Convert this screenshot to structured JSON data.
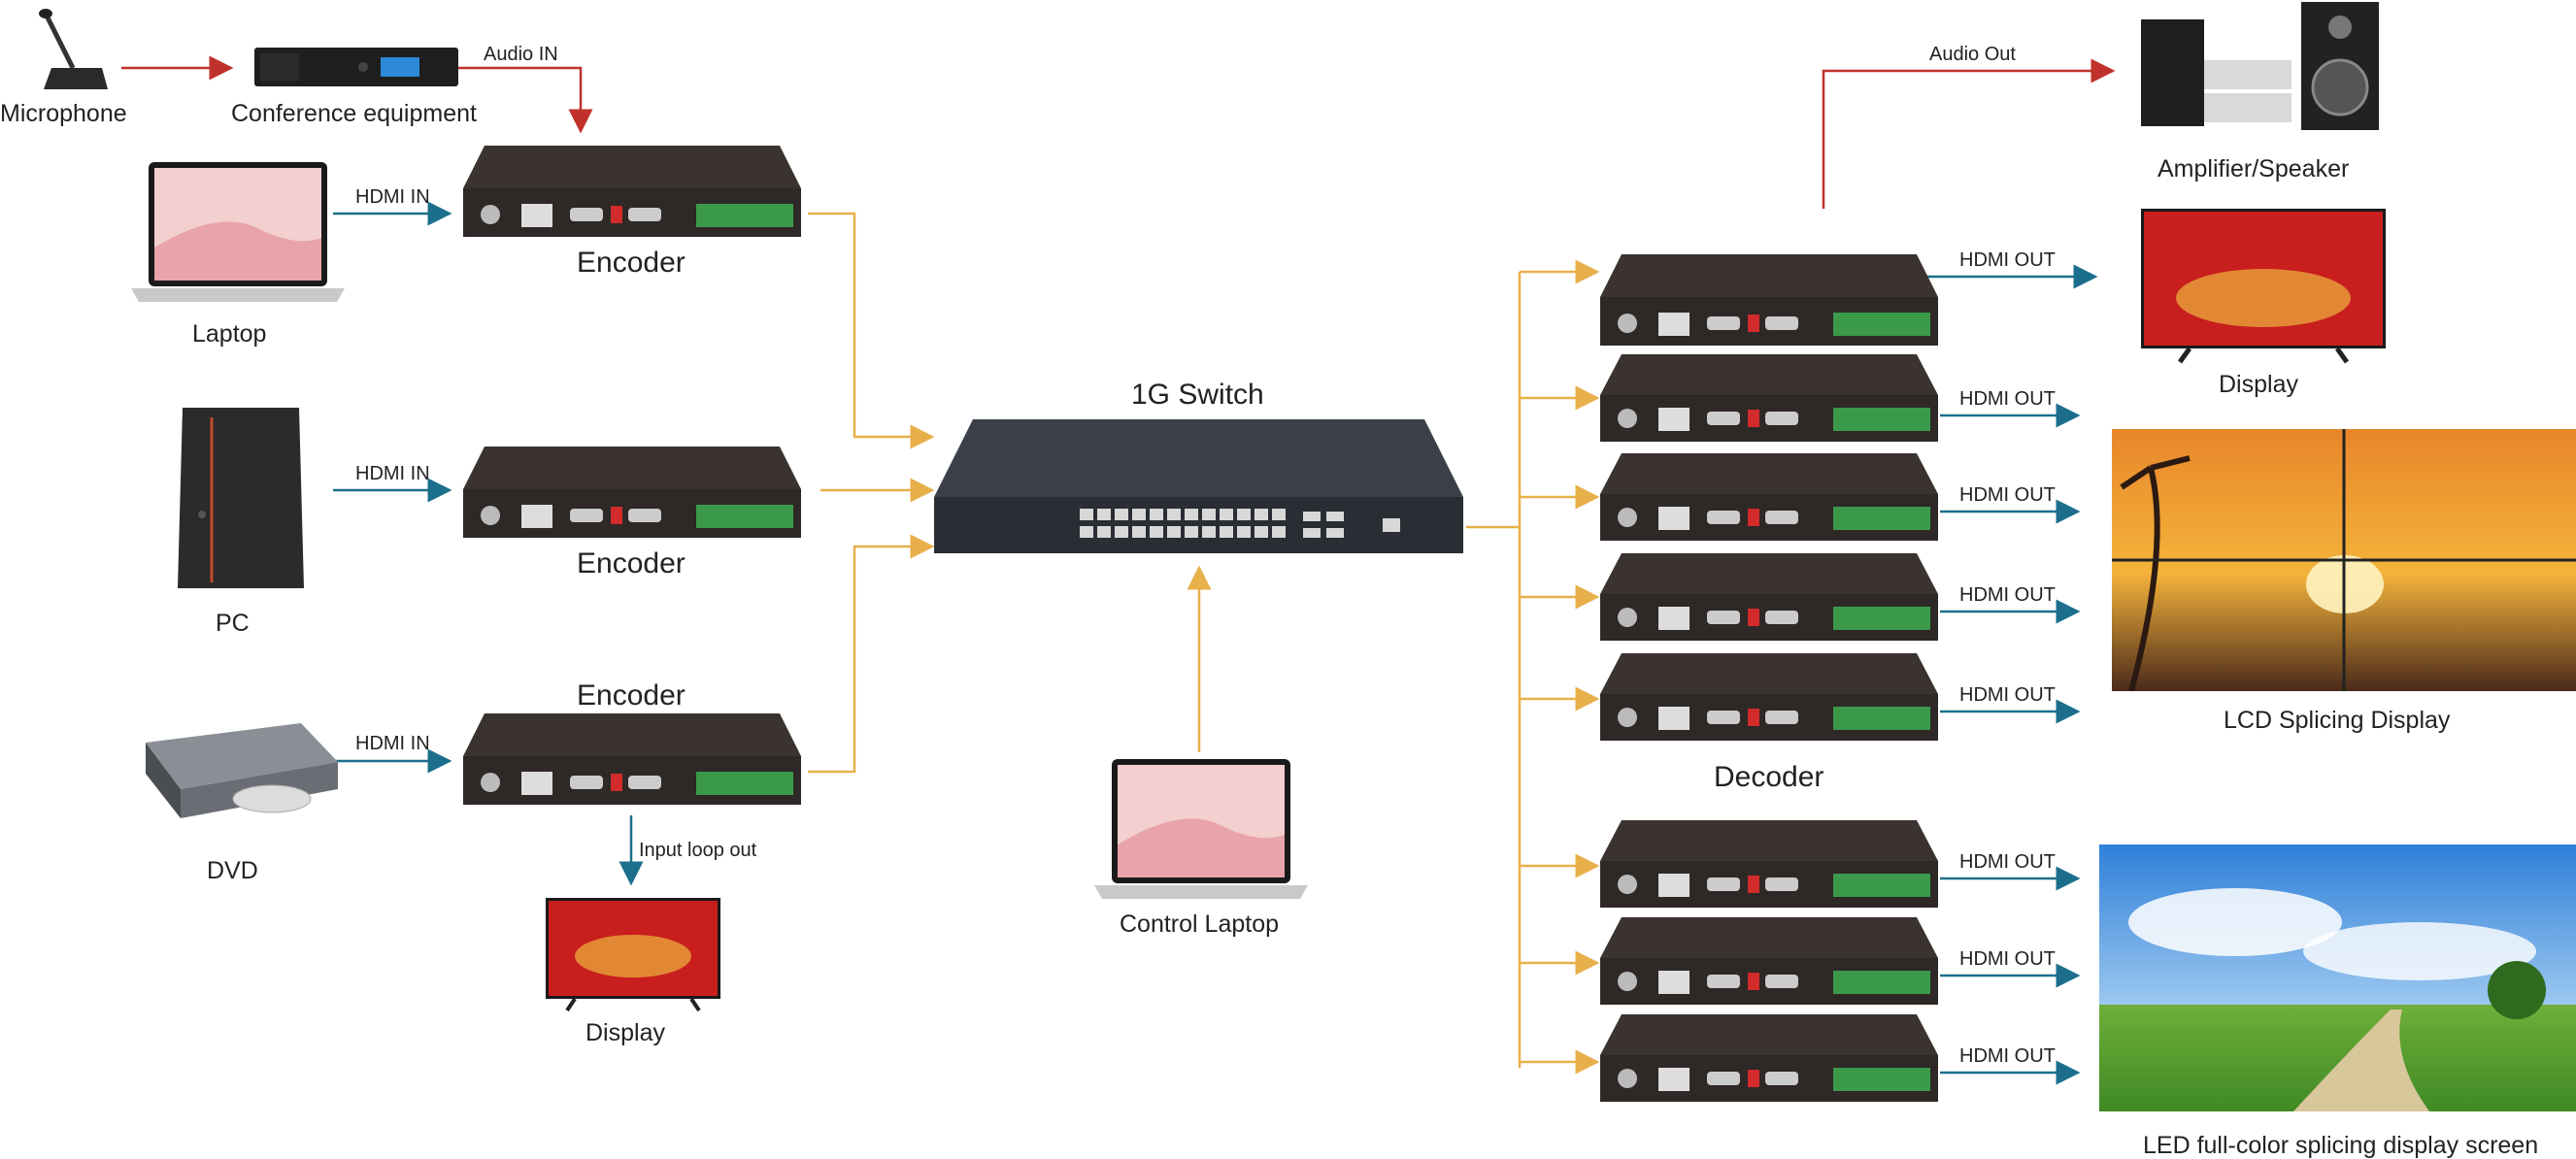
{
  "sources": {
    "microphone": "Microphone",
    "conference": "Conference equipment",
    "laptop": "Laptop",
    "pc": "PC",
    "dvd": "DVD",
    "control_laptop": "Control Laptop",
    "loop_display": "Display"
  },
  "devices": {
    "encoder_1": "Encoder",
    "encoder_2": "Encoder",
    "encoder_3": "Encoder",
    "switch": "1G Switch",
    "decoder": "Decoder"
  },
  "outputs": {
    "amplifier": "Amplifier/Speaker",
    "display": "Display",
    "lcd": "LCD Splicing Display",
    "led": "LED full-color splicing display screen"
  },
  "connections": {
    "audio_in": "Audio IN",
    "audio_out": "Audio Out",
    "hdmi_in_1": "HDMI IN",
    "hdmi_in_2": "HDMI IN",
    "hdmi_in_3": "HDMI IN",
    "input_loop_out": "Input loop out",
    "hdmi_out": [
      "HDMI OUT",
      "HDMI OUT",
      "HDMI OUT",
      "HDMI OUT",
      "HDMI OUT",
      "HDMI OUT",
      "HDMI OUT",
      "HDMI OUT"
    ]
  },
  "colors": {
    "audio_line": "#c0312b",
    "hdmi_line": "#1c6f8c",
    "network_line": "#e8b04a",
    "device_body": "#2e2826",
    "terminal_green": "#3a9a4a"
  }
}
